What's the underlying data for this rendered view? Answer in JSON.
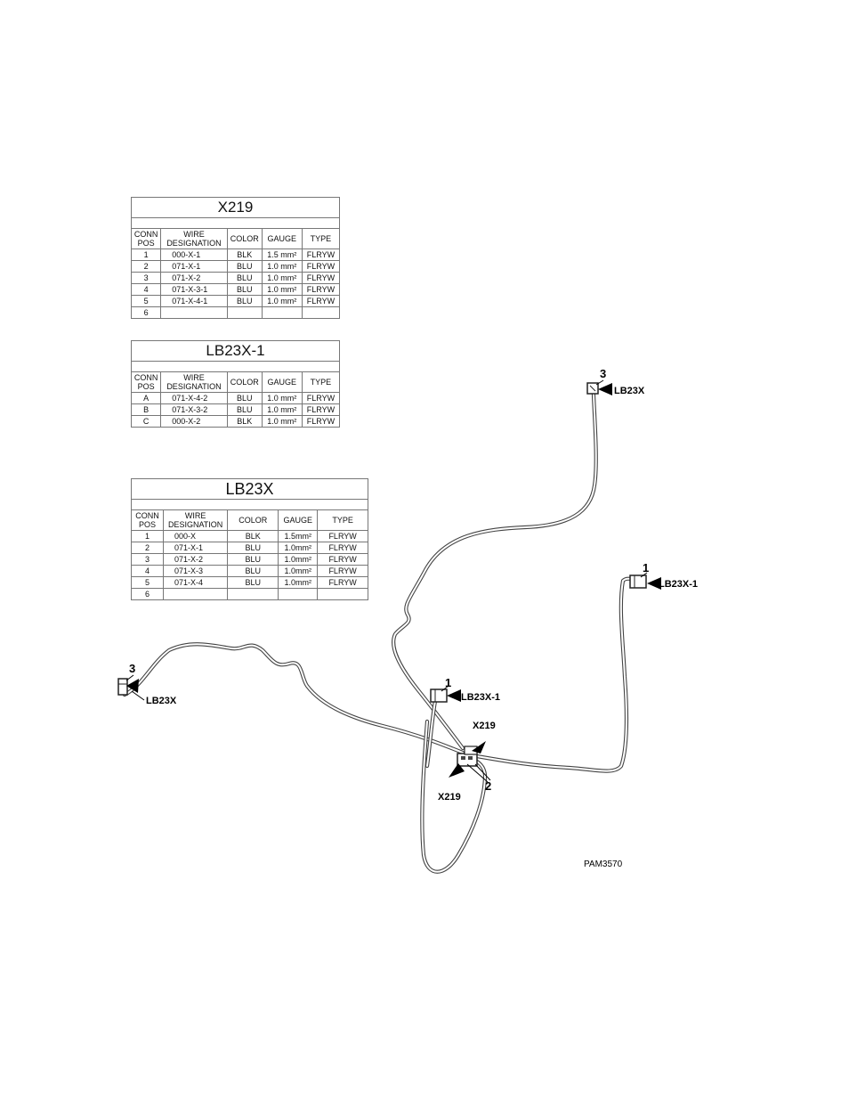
{
  "tables": {
    "x219": {
      "title": "X219",
      "headers": [
        "CONN\nPOS",
        "WIRE\nDESIGNATION",
        "COLOR",
        "GAUGE",
        "TYPE"
      ],
      "rows": [
        [
          "1",
          "000-X-1",
          "BLK",
          "1.5  mm²",
          "FLRYW"
        ],
        [
          "2",
          "071-X-1",
          "BLU",
          "1.0  mm²",
          "FLRYW"
        ],
        [
          "3",
          "071-X-2",
          "BLU",
          "1.0  mm²",
          "FLRYW"
        ],
        [
          "4",
          "071-X-3-1",
          "BLU",
          "1.0  mm²",
          "FLRYW"
        ],
        [
          "5",
          "071-X-4-1",
          "BLU",
          "1.0  mm²",
          "FLRYW"
        ],
        [
          "6",
          "",
          "",
          "",
          ""
        ]
      ]
    },
    "lb23x1": {
      "title": "LB23X-1",
      "headers": [
        "CONN\nPOS",
        "WIRE\nDESIGNATION",
        "COLOR",
        "GAUGE",
        "TYPE"
      ],
      "rows": [
        [
          "A",
          "071-X-4-2",
          "BLU",
          "1.0  mm²",
          "FLRYW"
        ],
        [
          "B",
          "071-X-3-2",
          "BLU",
          "1.0  mm²",
          "FLRYW"
        ],
        [
          "C",
          "000-X-2",
          "BLK",
          "1.0  mm²",
          "FLRYW"
        ]
      ]
    },
    "lb23x": {
      "title": "LB23X",
      "headers": [
        "CONN\nPOS",
        "WIRE\nDESIGNATION",
        "COLOR",
        "GAUGE",
        "TYPE"
      ],
      "rows": [
        [
          "1",
          "000-X",
          "BLK",
          "1.5mm²",
          "FLRYW"
        ],
        [
          "2",
          "071-X-1",
          "BLU",
          "1.0mm²",
          "FLRYW"
        ],
        [
          "3",
          "071-X-2",
          "BLU",
          "1.0mm²",
          "FLRYW"
        ],
        [
          "4",
          "071-X-3",
          "BLU",
          "1.0mm²",
          "FLRYW"
        ],
        [
          "5",
          "071-X-4",
          "BLU",
          "1.0mm²",
          "FLRYW"
        ],
        [
          "6",
          "",
          "",
          "",
          ""
        ]
      ]
    }
  },
  "callouts": {
    "top_right_num": "3",
    "top_right_label": "LB23X",
    "right_num": "1",
    "right_label": "LB23X-1",
    "left_num": "3",
    "left_label": "LB23X",
    "center_num": "1",
    "center_label": "LB23X-1",
    "x219_upper": "X219",
    "x219_lower": "X219",
    "junction_num": "2"
  },
  "figure_code": "PAM3570"
}
